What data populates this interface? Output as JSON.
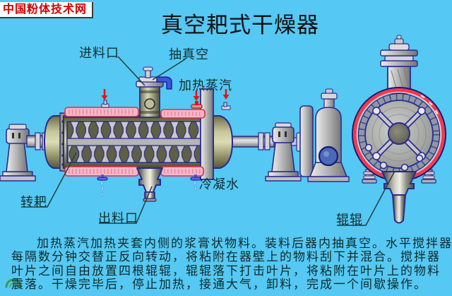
{
  "watermark": {
    "site_name": "中国粉体技术网"
  },
  "title": "真空耙式干燥器",
  "diagram_labels": {
    "feed_inlet": "进料口",
    "vacuum_suction": "抽真空",
    "heating_steam": "加热蒸汽",
    "condensate_water": "冷凝水",
    "rotary_rake": "转耙",
    "discharge_outlet": "出料口",
    "rollers": "辊辊"
  },
  "description_lines": [
    "加热蒸汽加热夹套内侧的浆膏状物料。装料后器内抽真空。水平搅拌器",
    "每隔数分钟交替正反向转动，将粘附在器壁上的物料刮下并混合。搅拌器",
    "叶片之间自由放置四根辊辊，辊辊落下打击叶片，将粘附在叶片上的物料",
    "震落。干燥完毕后，停止加热，接通大气，卸料，完成一个间歇操作。"
  ],
  "colors": {
    "background": "#55C8F4",
    "watermark_text": "#D40000",
    "title_text": "#101010",
    "label_text": "#12302F",
    "outline_navy": "#2A2A90",
    "jacket_pink": "#F7B6C8",
    "jacket_red": "#D8304A",
    "vessel_olive": "#B9B98E",
    "steel_gray": "#C9C9C9",
    "steam_arrow_red": "#E41414",
    "motor_blue": "#4A6AB8",
    "water_drop_blue": "#8FD4F8",
    "logo_green": "#2F9E5A"
  }
}
